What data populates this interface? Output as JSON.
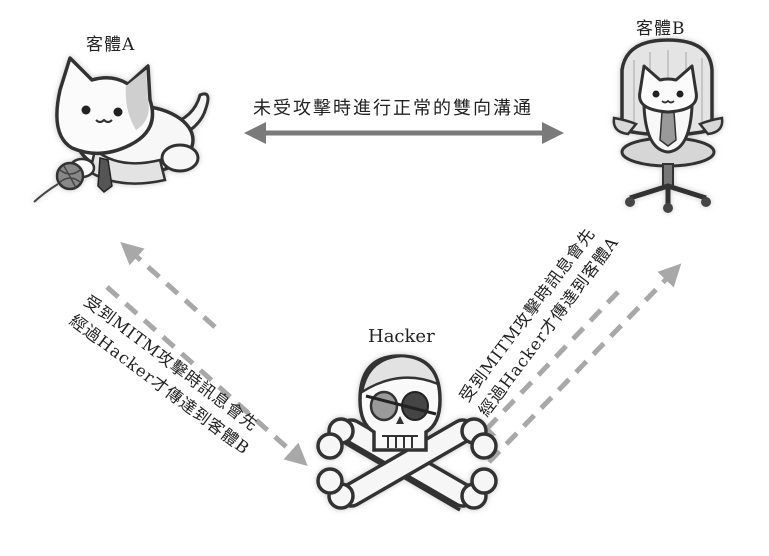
{
  "labels": {
    "client_a": "客體A",
    "client_b": "客體B",
    "normal_comm": "未受攻擊時進行正常的雙向溝通",
    "hacker": "Hacker",
    "note_left_line1": "受到MITM攻擊時訊息會先",
    "note_left_line2": "經過Hacker才傳達到客體B",
    "note_right_line1": "受到MITM攻擊時訊息會先",
    "note_right_line2": "經過Hacker才傳達到客體A"
  },
  "icons": {
    "client_a": "cat-lying-with-yarn-icon",
    "client_b": "cat-on-office-chair-icon",
    "hacker": "skull-crossbones-icon"
  },
  "colors": {
    "arrow_solid": "#7a7a7a",
    "arrow_dashed": "#a8a8a8"
  }
}
